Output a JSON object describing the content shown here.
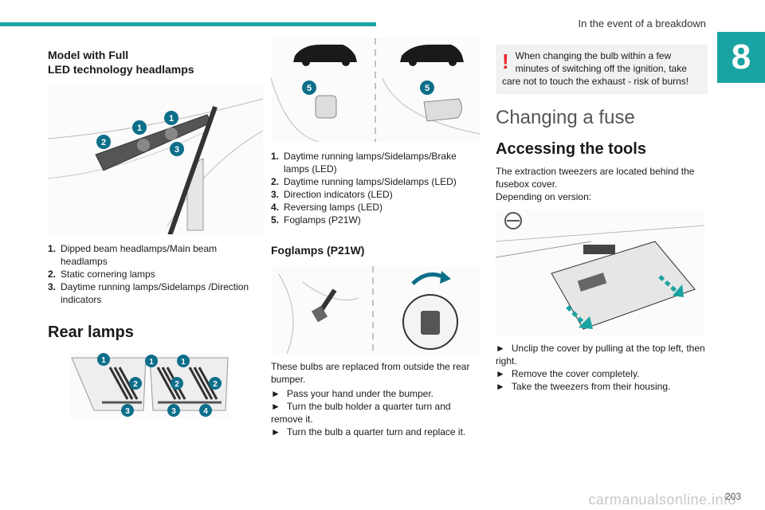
{
  "header": {
    "section_title": "In the event of a breakdown",
    "chapter": "8"
  },
  "footer": {
    "page_number": "203",
    "watermark": "carmanualsonline.info"
  },
  "col1": {
    "heading_line1": "Model with Full",
    "heading_line2": "LED technology headlamps",
    "front_legend": [
      {
        "n": "1.",
        "text": "Dipped beam headlamps/Main beam headlamps"
      },
      {
        "n": "2.",
        "text": "Static cornering lamps"
      },
      {
        "n": "3.",
        "text": "Daytime running lamps/Sidelamps /Direction indicators"
      }
    ],
    "rear_heading": "Rear lamps",
    "rear_badges": [
      "1",
      "1",
      "1",
      "2",
      "2",
      "2",
      "3",
      "3",
      "4"
    ],
    "front_badges": [
      "1",
      "1",
      "2",
      "3"
    ]
  },
  "col2": {
    "car_badges": [
      "5",
      "5"
    ],
    "rear_legend": [
      {
        "n": "1.",
        "text": "Daytime running lamps/Sidelamps/Brake lamps (LED)"
      },
      {
        "n": "2.",
        "text": "Daytime running lamps/Sidelamps (LED)"
      },
      {
        "n": "3.",
        "text": "Direction indicators (LED)"
      },
      {
        "n": "4.",
        "text": "Reversing lamps (LED)"
      },
      {
        "n": "5.",
        "text": "Foglamps (P21W)"
      }
    ],
    "fog_heading": "Foglamps (P21W)",
    "fog_intro": "These bulbs are replaced from outside the rear bumper.",
    "fog_steps": [
      "Pass your hand under the bumper.",
      "Turn the bulb holder a quarter turn and remove it.",
      "Turn the bulb a quarter turn and replace it."
    ]
  },
  "col3": {
    "warning": "When changing the bulb within a few minutes of switching off the ignition, take care not to touch the exhaust - risk of burns!",
    "fuse_heading": "Changing a fuse",
    "tools_heading": "Accessing the tools",
    "tools_p1": "The extraction tweezers are located behind the fusebox cover.",
    "tools_p2": "Depending on version:",
    "tools_steps": [
      "Unclip the cover by pulling at the top left, then right.",
      "Remove the cover completely.",
      "Take the tweezers from their housing."
    ]
  },
  "glyphs": {
    "step_arrow": "►",
    "warning_mark": "!"
  },
  "colors": {
    "accent": "#1aa3a3",
    "badge": "#0d6e8a",
    "warning": "#e8262b"
  }
}
